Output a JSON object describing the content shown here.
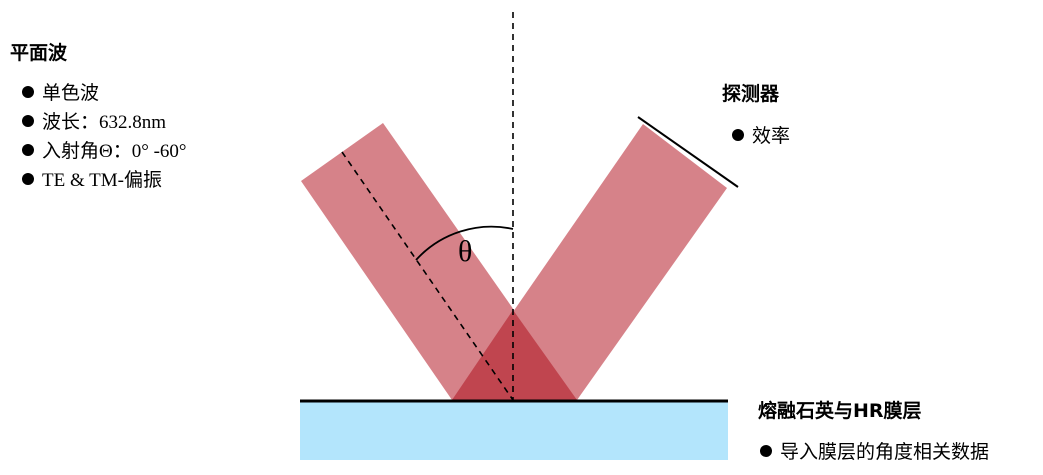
{
  "plane_wave": {
    "title": "平面波",
    "items": [
      "单色波",
      "波长：632.8nm",
      "入射角Θ：0°  -60°",
      "TE & TM-偏振"
    ]
  },
  "detector": {
    "title": "探测器",
    "items": [
      "效率"
    ]
  },
  "substrate": {
    "title": "熔融石英与HR膜层",
    "items": [
      "导入膜层的角度相关数据"
    ]
  },
  "angle_label": "θ",
  "colors": {
    "beam": "#d68289",
    "overlap": "#c0454f",
    "substrate": "#b3e5fc"
  }
}
